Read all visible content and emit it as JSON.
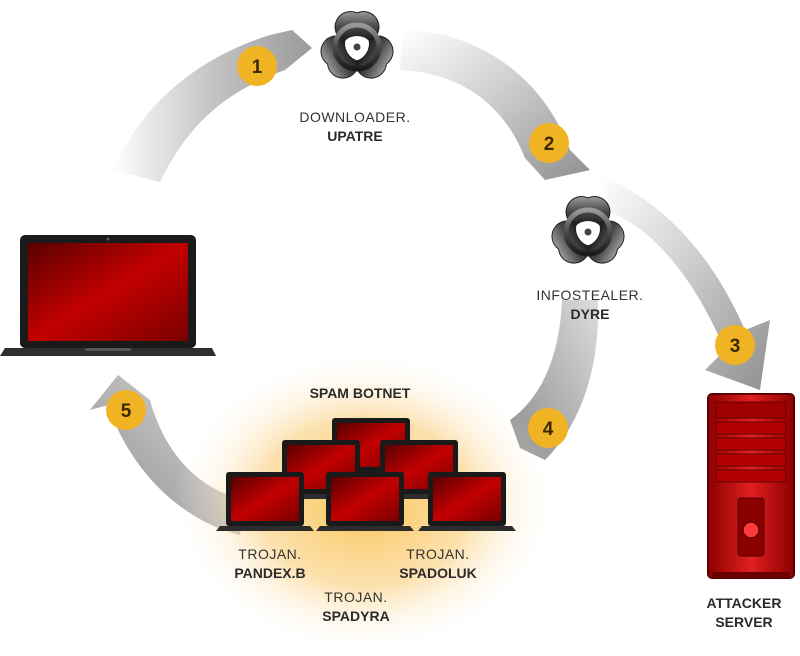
{
  "steps": [
    "1",
    "2",
    "3",
    "4",
    "5"
  ],
  "downloader": {
    "line1": "DOWNLOADER.",
    "line2": "UPATRE"
  },
  "infostealer": {
    "line1": "INFOSTEALER.",
    "line2": "DYRE"
  },
  "botnet": {
    "title": "SPAM BOTNET"
  },
  "trojans": [
    {
      "line1": "TROJAN.",
      "line2": "PANDEX.B"
    },
    {
      "line1": "TROJAN.",
      "line2": "SPADOLUK"
    },
    {
      "line1": "TROJAN.",
      "line2": "SPADYRA"
    }
  ],
  "attacker": {
    "line1": "ATTACKER",
    "line2": "SERVER"
  },
  "colors": {
    "badge": "#f0b323",
    "arrow": "#a8a8a8",
    "screen_red": "#b30000",
    "server_red": "#cc1a1a",
    "glow": "#f7c86a"
  },
  "icons": [
    "biohazard-icon",
    "laptop-icon",
    "server-icon"
  ]
}
